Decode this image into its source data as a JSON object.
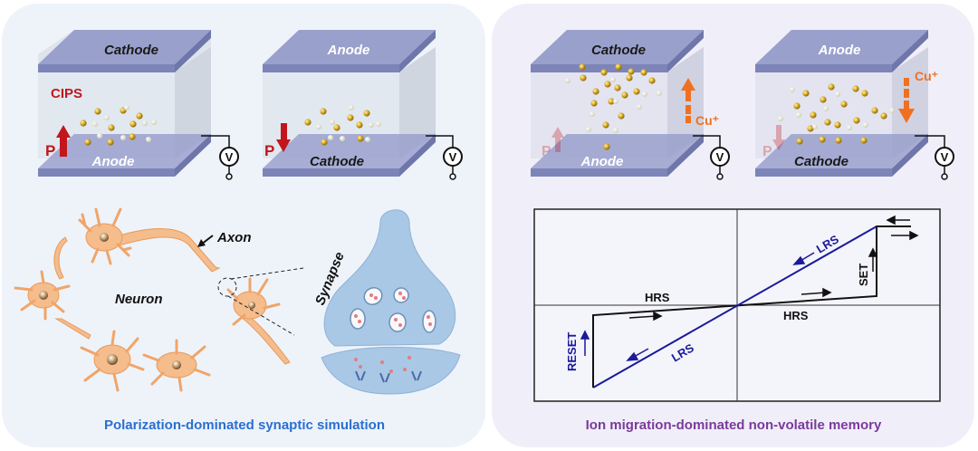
{
  "left_panel": {
    "caption": "Polarization-dominated synaptic simulation",
    "caption_color": "#2a6fd0",
    "device1": {
      "top_electrode": "Cathode",
      "bottom_electrode": "Anode",
      "material": "CIPS",
      "polarization_label": "P",
      "polarization_direction": "up"
    },
    "device2": {
      "top_electrode": "Anode",
      "bottom_electrode": "Cathode",
      "polarization_label": "P",
      "polarization_direction": "down"
    },
    "voltmeter_symbol": "V",
    "neuron_labels": {
      "axon": "Axon",
      "neuron": "Neuron",
      "synapse": "Synapse"
    }
  },
  "right_panel": {
    "caption": "Ion migration-dominated non-volatile memory",
    "caption_color": "#7a3a9a",
    "device1": {
      "top_electrode": "Cathode",
      "bottom_electrode": "Anode",
      "ion_label": "Cu⁺",
      "ion_direction": "up"
    },
    "device2": {
      "top_electrode": "Anode",
      "bottom_electrode": "Cathode",
      "ion_label": "Cu⁺",
      "ion_direction": "down"
    },
    "voltmeter_symbol": "V",
    "iv_curve": {
      "labels": {
        "lrs_top": "LRS",
        "lrs_bottom": "LRS",
        "hrs_left": "HRS",
        "hrs_right": "HRS",
        "set": "SET",
        "reset": "RESET"
      }
    }
  },
  "colors": {
    "electrode": "#8c94c4",
    "cathode_text": "#1a1a1a",
    "anode_text": "#ffffff",
    "polarization": "#c0161c",
    "ion_arrow": "#f07020",
    "lrs_line": "#1a1a9a",
    "neuron": "#f5b98a",
    "synapse": "#a9c8e6"
  }
}
